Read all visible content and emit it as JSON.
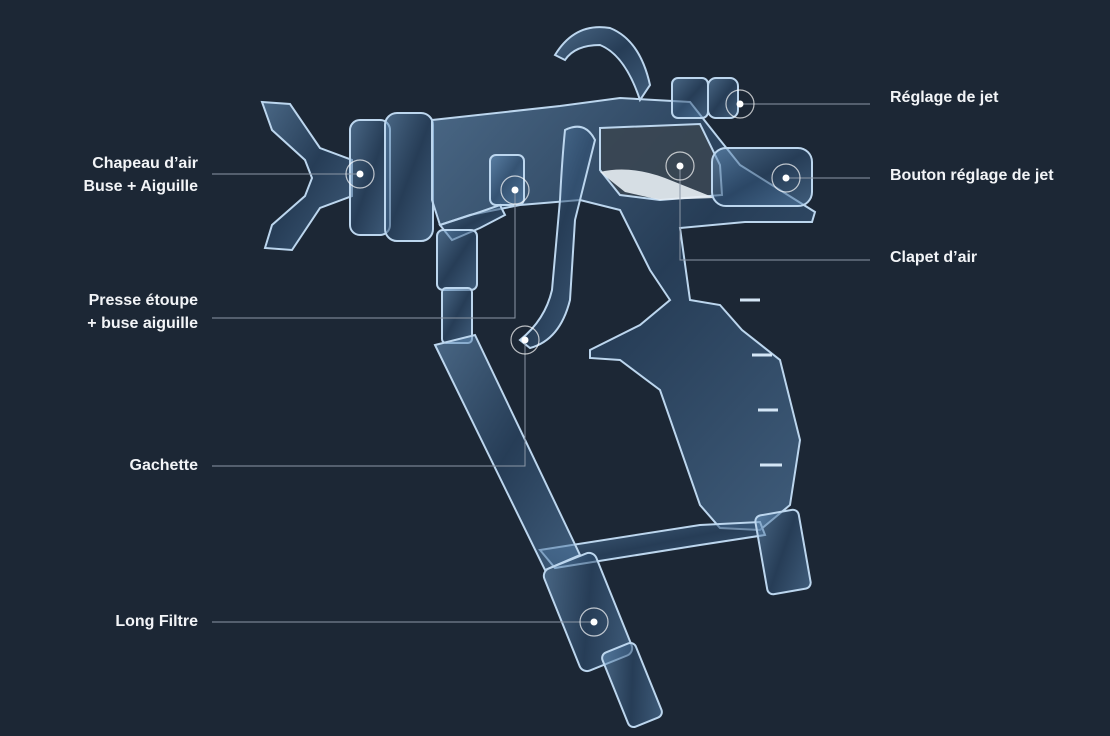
{
  "diagram": {
    "background": "#1c2735",
    "line_color": "#8b97a6",
    "marker_color": "#ffffff",
    "labels": {
      "chapeau_line1": "Chapeau d’air",
      "chapeau_line2": "Buse + Aiguille",
      "presse_line1": "Presse étoupe",
      "presse_line2": "+ buse aiguille",
      "gachette": "Gachette",
      "long_filtre": "Long Filtre",
      "reglage_jet": "Réglage de jet",
      "bouton_reglage": "Bouton réglage de jet",
      "clapet_air": "Clapet d’air"
    }
  }
}
